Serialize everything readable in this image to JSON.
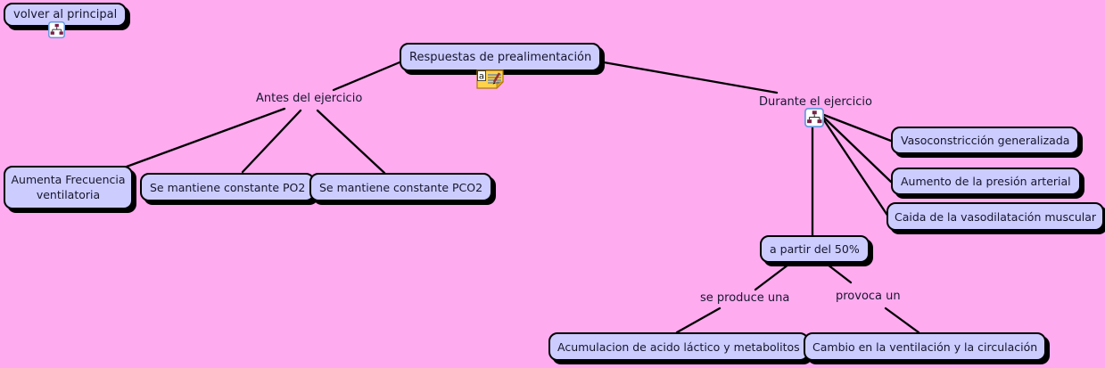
{
  "canvas": {
    "background_color": "#ffabf0",
    "node_fill_color": "#ccccff",
    "node_border_color": "#000000",
    "text_color": "#16162e",
    "line_color": "#000000"
  },
  "nodes": {
    "volver": {
      "label": "volver al principal",
      "has_icon": "cmap-link-icon"
    },
    "respuestas": {
      "label": "Respuestas de prealimentación",
      "has_icon": "note-icon"
    },
    "antes": {
      "label": "Antes del ejercicio"
    },
    "durante": {
      "label": "Durante el ejercicio",
      "has_icon": "cmap-link-icon"
    },
    "aumenta_frecuencia": {
      "label": "Aumenta Frecuencia ventilatoria"
    },
    "po2": {
      "label": "Se mantiene constante PO2"
    },
    "pco2": {
      "label": "Se mantiene constante PCO2"
    },
    "vasoconstriccion": {
      "label": "Vasoconstricción generalizada"
    },
    "presion_arterial": {
      "label": "Aumento de la presión arterial"
    },
    "caida_vasodilatacion": {
      "label": "Caida de la vasodilatación muscular"
    },
    "a_partir_50": {
      "label": "a partir del 50%"
    },
    "se_produce": {
      "label": "se produce una"
    },
    "provoca": {
      "label": "provoca un"
    },
    "acumulacion": {
      "label": "Acumulacion de acido láctico y metabolitos"
    },
    "cambio": {
      "label": "Cambio en la ventilación y la circulación"
    }
  },
  "icons": {
    "note_letter": "a",
    "cmap_link_icon": "concept-map-link",
    "note_icon": "annotation-note"
  },
  "edges": [
    {
      "from": "respuestas",
      "to": "antes"
    },
    {
      "from": "respuestas",
      "to": "durante"
    },
    {
      "from": "antes",
      "to": "aumenta_frecuencia"
    },
    {
      "from": "antes",
      "to": "po2"
    },
    {
      "from": "antes",
      "to": "pco2"
    },
    {
      "from": "durante",
      "to": "vasoconstriccion"
    },
    {
      "from": "durante",
      "to": "presion_arterial"
    },
    {
      "from": "durante",
      "to": "caida_vasodilatacion"
    },
    {
      "from": "durante",
      "to": "a_partir_50"
    },
    {
      "from": "a_partir_50",
      "to": "se_produce"
    },
    {
      "from": "se_produce",
      "to": "acumulacion"
    },
    {
      "from": "a_partir_50",
      "to": "provoca"
    },
    {
      "from": "provoca",
      "to": "cambio"
    }
  ]
}
